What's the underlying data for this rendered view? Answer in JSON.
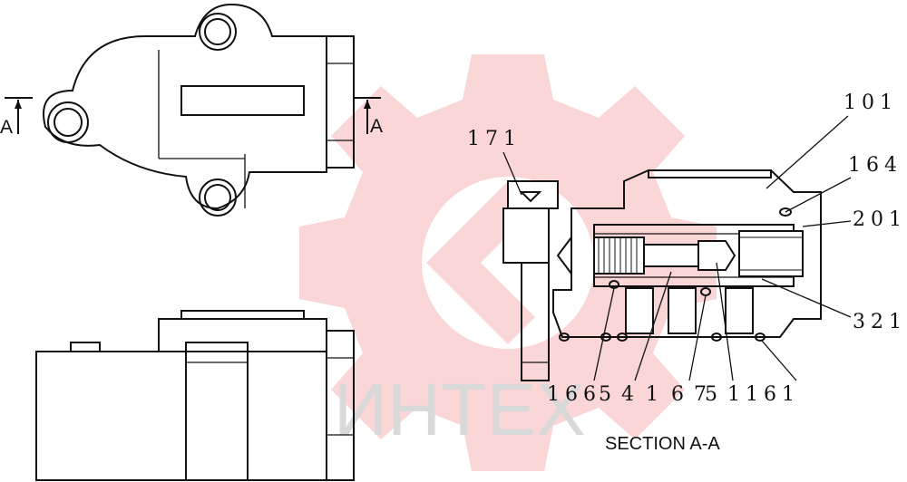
{
  "watermark": {
    "text": "ИНТЕХ",
    "color": "#f4a8a8"
  },
  "section_marks": {
    "left": "A",
    "right": "A"
  },
  "section_title": "SECTION  A-A",
  "callouts": {
    "c101": "101",
    "c164": "164",
    "c201": "201",
    "c321": "321",
    "c171": "171",
    "c166": "166",
    "c5": "5",
    "c4": "4",
    "c1": "1",
    "c6": "6",
    "c7": "7",
    "c5b": "5",
    "c1161": "1161"
  }
}
